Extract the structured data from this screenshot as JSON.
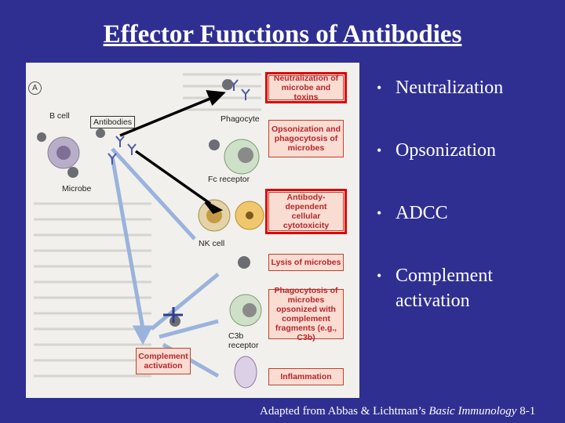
{
  "slide": {
    "title": "Effector Functions of Antibodies",
    "bullets": [
      {
        "text": "Neutralization"
      },
      {
        "text": "Opsonization"
      },
      {
        "text": "ADCC"
      },
      {
        "text": "Complement activation"
      }
    ],
    "credit_prefix": "Adapted from Abbas & Lichtman’s ",
    "credit_book": "Basic Immunology",
    "credit_suffix": " 8-1"
  },
  "figure": {
    "panel_label": "A",
    "labels": {
      "b_cell": "B cell",
      "antibodies": "Antibodies",
      "microbe": "Microbe",
      "phagocyte": "Phagocyte",
      "fc_receptor": "Fc receptor",
      "nk_cell": "NK cell",
      "c3b_receptor": "C3b receptor"
    },
    "boxes": [
      {
        "text": "Neutralization of microbe and toxins",
        "highlighted": true
      },
      {
        "text": "Opsonization and phagocytosis of microbes",
        "highlighted": false
      },
      {
        "text": "Antibody-dependent cellular cytotoxicity",
        "highlighted": true
      },
      {
        "text": "Lysis of microbes",
        "highlighted": false
      },
      {
        "text": "Phagocytosis of microbes opsonized with complement fragments (e.g., C3b)",
        "highlighted": false
      },
      {
        "text": "Complement activation",
        "highlighted": false
      },
      {
        "text": "Inflammation",
        "highlighted": false
      }
    ]
  },
  "colors": {
    "background": "#2f2f92",
    "highlight": "#e00000",
    "box_text": "#b8262a",
    "box_fill": "#f9dcd2"
  }
}
